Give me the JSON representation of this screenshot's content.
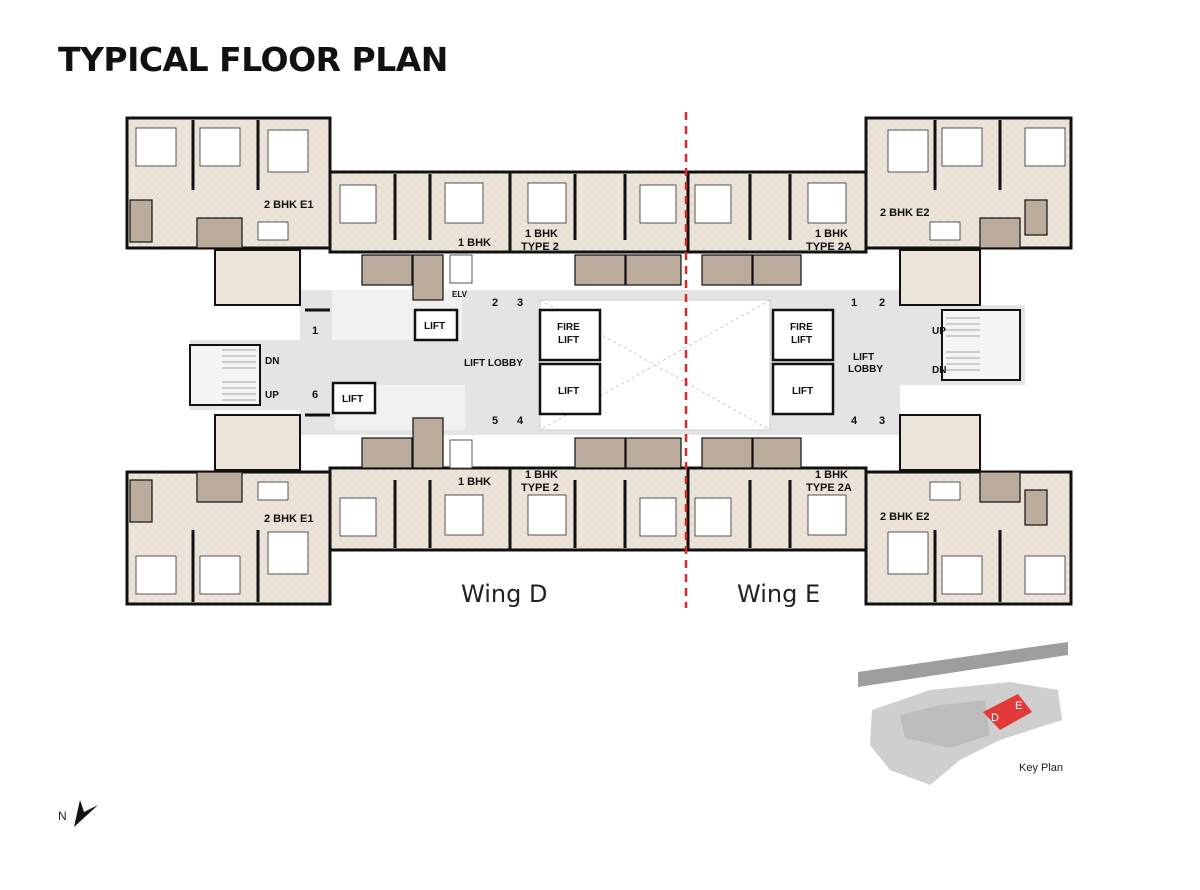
{
  "title": "TYPICAL FLOOR PLAN",
  "units": {
    "d_top_left": "2 BHK E1",
    "d_bottom_left": "2 BHK E1",
    "d_top_mid": "1 BHK",
    "d_bottom_mid": "1 BHK",
    "d_top_type2_line1": "1 BHK",
    "d_top_type2_line2": "TYPE 2",
    "d_bottom_type2_line1": "1 BHK",
    "d_bottom_type2_line2": "TYPE 2",
    "e_top_type2a_line1": "1 BHK",
    "e_top_type2a_line2": "TYPE 2A",
    "e_bottom_type2a_line1": "1 BHK",
    "e_bottom_type2a_line2": "TYPE 2A",
    "e_top_right": "2 BHK E2",
    "e_bottom_right": "2 BHK E2"
  },
  "core": {
    "lift": "LIFT",
    "fire_lift_line1": "FIRE",
    "fire_lift_line2": "LIFT",
    "lift_lobby": "LIFT LOBBY",
    "lift_lobby_line1": "LIFT",
    "lift_lobby_line2": "LOBBY",
    "up": "UP",
    "dn": "DN",
    "elv": "ELV"
  },
  "flat_numbers_d": [
    "1",
    "2",
    "3",
    "4",
    "5",
    "6"
  ],
  "flat_numbers_e": [
    "1",
    "2",
    "3",
    "4"
  ],
  "wings": {
    "d": "Wing D",
    "e": "Wing E"
  },
  "key_plan": {
    "label": "Key Plan",
    "d": "D",
    "e": "E"
  },
  "north": "N",
  "colors": {
    "unit_fill": "#ede5dc",
    "wet_fill": "#b9a99a",
    "core_fill": "#e3e3e3",
    "divider": "#d42a2a",
    "key_highlight": "#e2393a"
  }
}
